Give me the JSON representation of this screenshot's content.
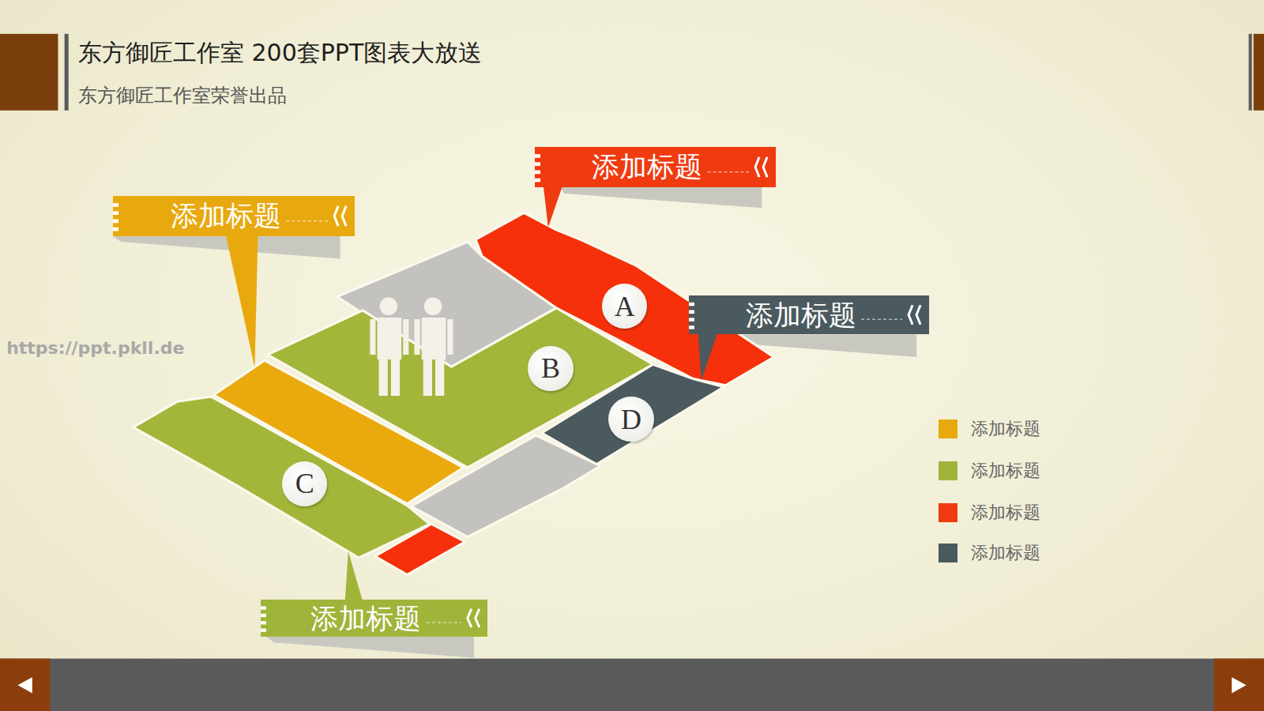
{
  "diagram": {
    "title": "东方御匠工作室 200套PPT图表大放送",
    "nodes": [
      {
        "text": [
          "添加标题"
        ]
      },
      {
        "text": [
          "添加标题"
        ]
      },
      {
        "text": [
          "A"
        ]
      },
      {
        "text": [
          "添加标题"
        ]
      },
      {
        "text": [
          "B"
        ]
      },
      {
        "text": [
          "D"
        ]
      },
      {
        "text": [
          "C"
        ]
      },
      {
        "text": [
          "添加标题"
        ]
      }
    ],
    "labels": [
      "东方御匠工作室荣誉出品",
      "https://ppt.pkll.de"
    ],
    "legend": [
      {
        "text": "添加标题",
        "color": "#e8a90e"
      },
      {
        "text": "添加标题",
        "color": "#a0b43a"
      },
      {
        "text": "添加标题",
        "color": "#f03a10"
      },
      {
        "text": "添加标题",
        "color": "#4b5a5e"
      }
    ]
  }
}
